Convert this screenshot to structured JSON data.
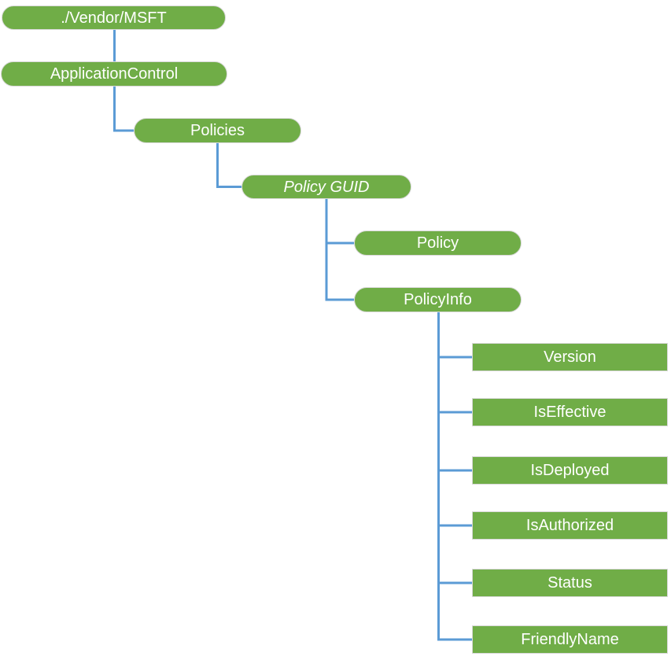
{
  "diagram": {
    "type": "tree",
    "nodes": [
      {
        "label": "./Vendor/MSFT",
        "parent": null,
        "shape": "rounded",
        "text_style": "normal"
      },
      {
        "label": "ApplicationControl",
        "parent": "./Vendor/MSFT",
        "shape": "rounded",
        "text_style": "normal"
      },
      {
        "label": "Policies",
        "parent": "ApplicationControl",
        "shape": "rounded",
        "text_style": "normal"
      },
      {
        "label": "Policy GUID",
        "parent": "Policies",
        "shape": "rounded",
        "text_style": "italic"
      },
      {
        "label": "Policy",
        "parent": "Policy GUID",
        "shape": "rounded",
        "text_style": "normal"
      },
      {
        "label": "PolicyInfo",
        "parent": "Policy GUID",
        "shape": "rounded",
        "text_style": "normal"
      },
      {
        "label": "Version",
        "parent": "PolicyInfo",
        "shape": "rect",
        "text_style": "normal"
      },
      {
        "label": "IsEffective",
        "parent": "PolicyInfo",
        "shape": "rect",
        "text_style": "normal"
      },
      {
        "label": "IsDeployed",
        "parent": "PolicyInfo",
        "shape": "rect",
        "text_style": "normal"
      },
      {
        "label": "IsAuthorized",
        "parent": "PolicyInfo",
        "shape": "rect",
        "text_style": "normal"
      },
      {
        "label": "Status",
        "parent": "PolicyInfo",
        "shape": "rect",
        "text_style": "normal"
      },
      {
        "label": "FriendlyName",
        "parent": "PolicyInfo",
        "shape": "rect",
        "text_style": "normal"
      }
    ],
    "colors": {
      "node_fill": "#70AD47",
      "node_border": "#D8D8D8",
      "connector": "#5B9BD5",
      "text": "#FFFFFF",
      "background": "#FFFFFF"
    }
  }
}
